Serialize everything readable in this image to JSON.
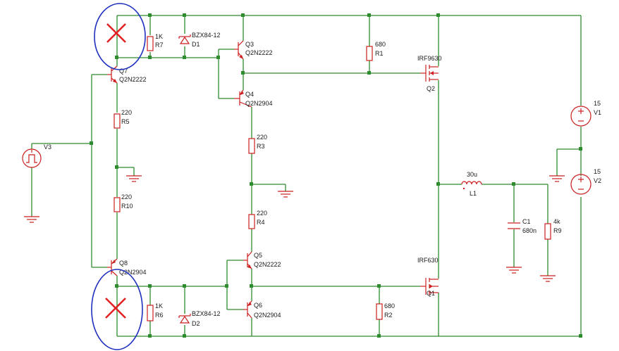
{
  "components": {
    "R7": {
      "ref": "R7",
      "value": "1K"
    },
    "D1": {
      "ref": "D1",
      "value": "BZX84-12"
    },
    "Q3": {
      "ref": "Q3",
      "value": "Q2N2222"
    },
    "R1": {
      "ref": "R1",
      "value": "680"
    },
    "Q2": {
      "ref": "Q2",
      "value": "IRF9630"
    },
    "Q7": {
      "ref": "Q7",
      "value": "Q2N2222"
    },
    "Q4": {
      "ref": "Q4",
      "value": "Q2N2904"
    },
    "R5": {
      "ref": "R5",
      "value": "220"
    },
    "V1": {
      "ref": "V1",
      "value": "15"
    },
    "V3": {
      "ref": "V3",
      "value": ""
    },
    "R3": {
      "ref": "R3",
      "value": "220"
    },
    "V2": {
      "ref": "V2",
      "value": "15"
    },
    "L1": {
      "ref": "L1",
      "value": "30u"
    },
    "R10": {
      "ref": "R10",
      "value": "220"
    },
    "R4": {
      "ref": "R4",
      "value": "220"
    },
    "C1": {
      "ref": "C1",
      "value": "680n"
    },
    "R9": {
      "ref": "R9",
      "value": "4k"
    },
    "Q5": {
      "ref": "Q5",
      "value": "Q2N2222"
    },
    "Q1": {
      "ref": "Q1",
      "value": "IRF630"
    },
    "Q8": {
      "ref": "Q8",
      "value": "Q2N2904"
    },
    "R6": {
      "ref": "R6",
      "value": "1K"
    },
    "D2": {
      "ref": "D2",
      "value": "BZX84-12"
    },
    "Q6": {
      "ref": "Q6",
      "value": "Q2N2904"
    },
    "R2": {
      "ref": "R2",
      "value": "680"
    }
  },
  "annotation_colors": {
    "mark": "#e02020",
    "ring": "#1f2fbf",
    "wire": "#2e8b2e",
    "part": "#cc1f1f"
  }
}
